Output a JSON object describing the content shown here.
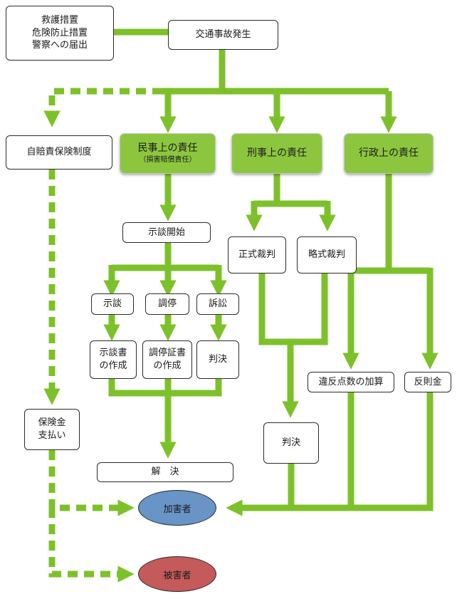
{
  "colors": {
    "flow": "#7dc12a",
    "node_green": "#8cc63f",
    "perpetrator": "#6894c8",
    "victim": "#c45a5a"
  },
  "nodes": {
    "measures": {
      "line1": "救護措置",
      "line2": "危険防止措置",
      "line3": "警察への届出"
    },
    "accident": "交通事故発生",
    "jibaiseki": "自賠責保険制度",
    "civil": {
      "main": "民事上の責任",
      "sub": "（損害賠償責任）"
    },
    "criminal": "刑事上の責任",
    "administrative": "行政上の責任",
    "negotiation_start": "示談開始",
    "jidan": "示談",
    "chotei": "調停",
    "sosho": "訴訟",
    "jidan_doc": {
      "line1": "示談書",
      "line2": "の作成"
    },
    "chotei_doc": {
      "line1": "調停証書",
      "line2": "の作成"
    },
    "judgment_civil": "判決",
    "formal_trial": "正式裁判",
    "summary_trial": "略式裁判",
    "points": "違反点数の加算",
    "fine": "反則金",
    "judgment_criminal": "判決",
    "resolution": "解　決",
    "insurance": {
      "line1": "保険金",
      "line2": "支払い"
    },
    "perpetrator": "加害者",
    "victim": "被害者"
  }
}
